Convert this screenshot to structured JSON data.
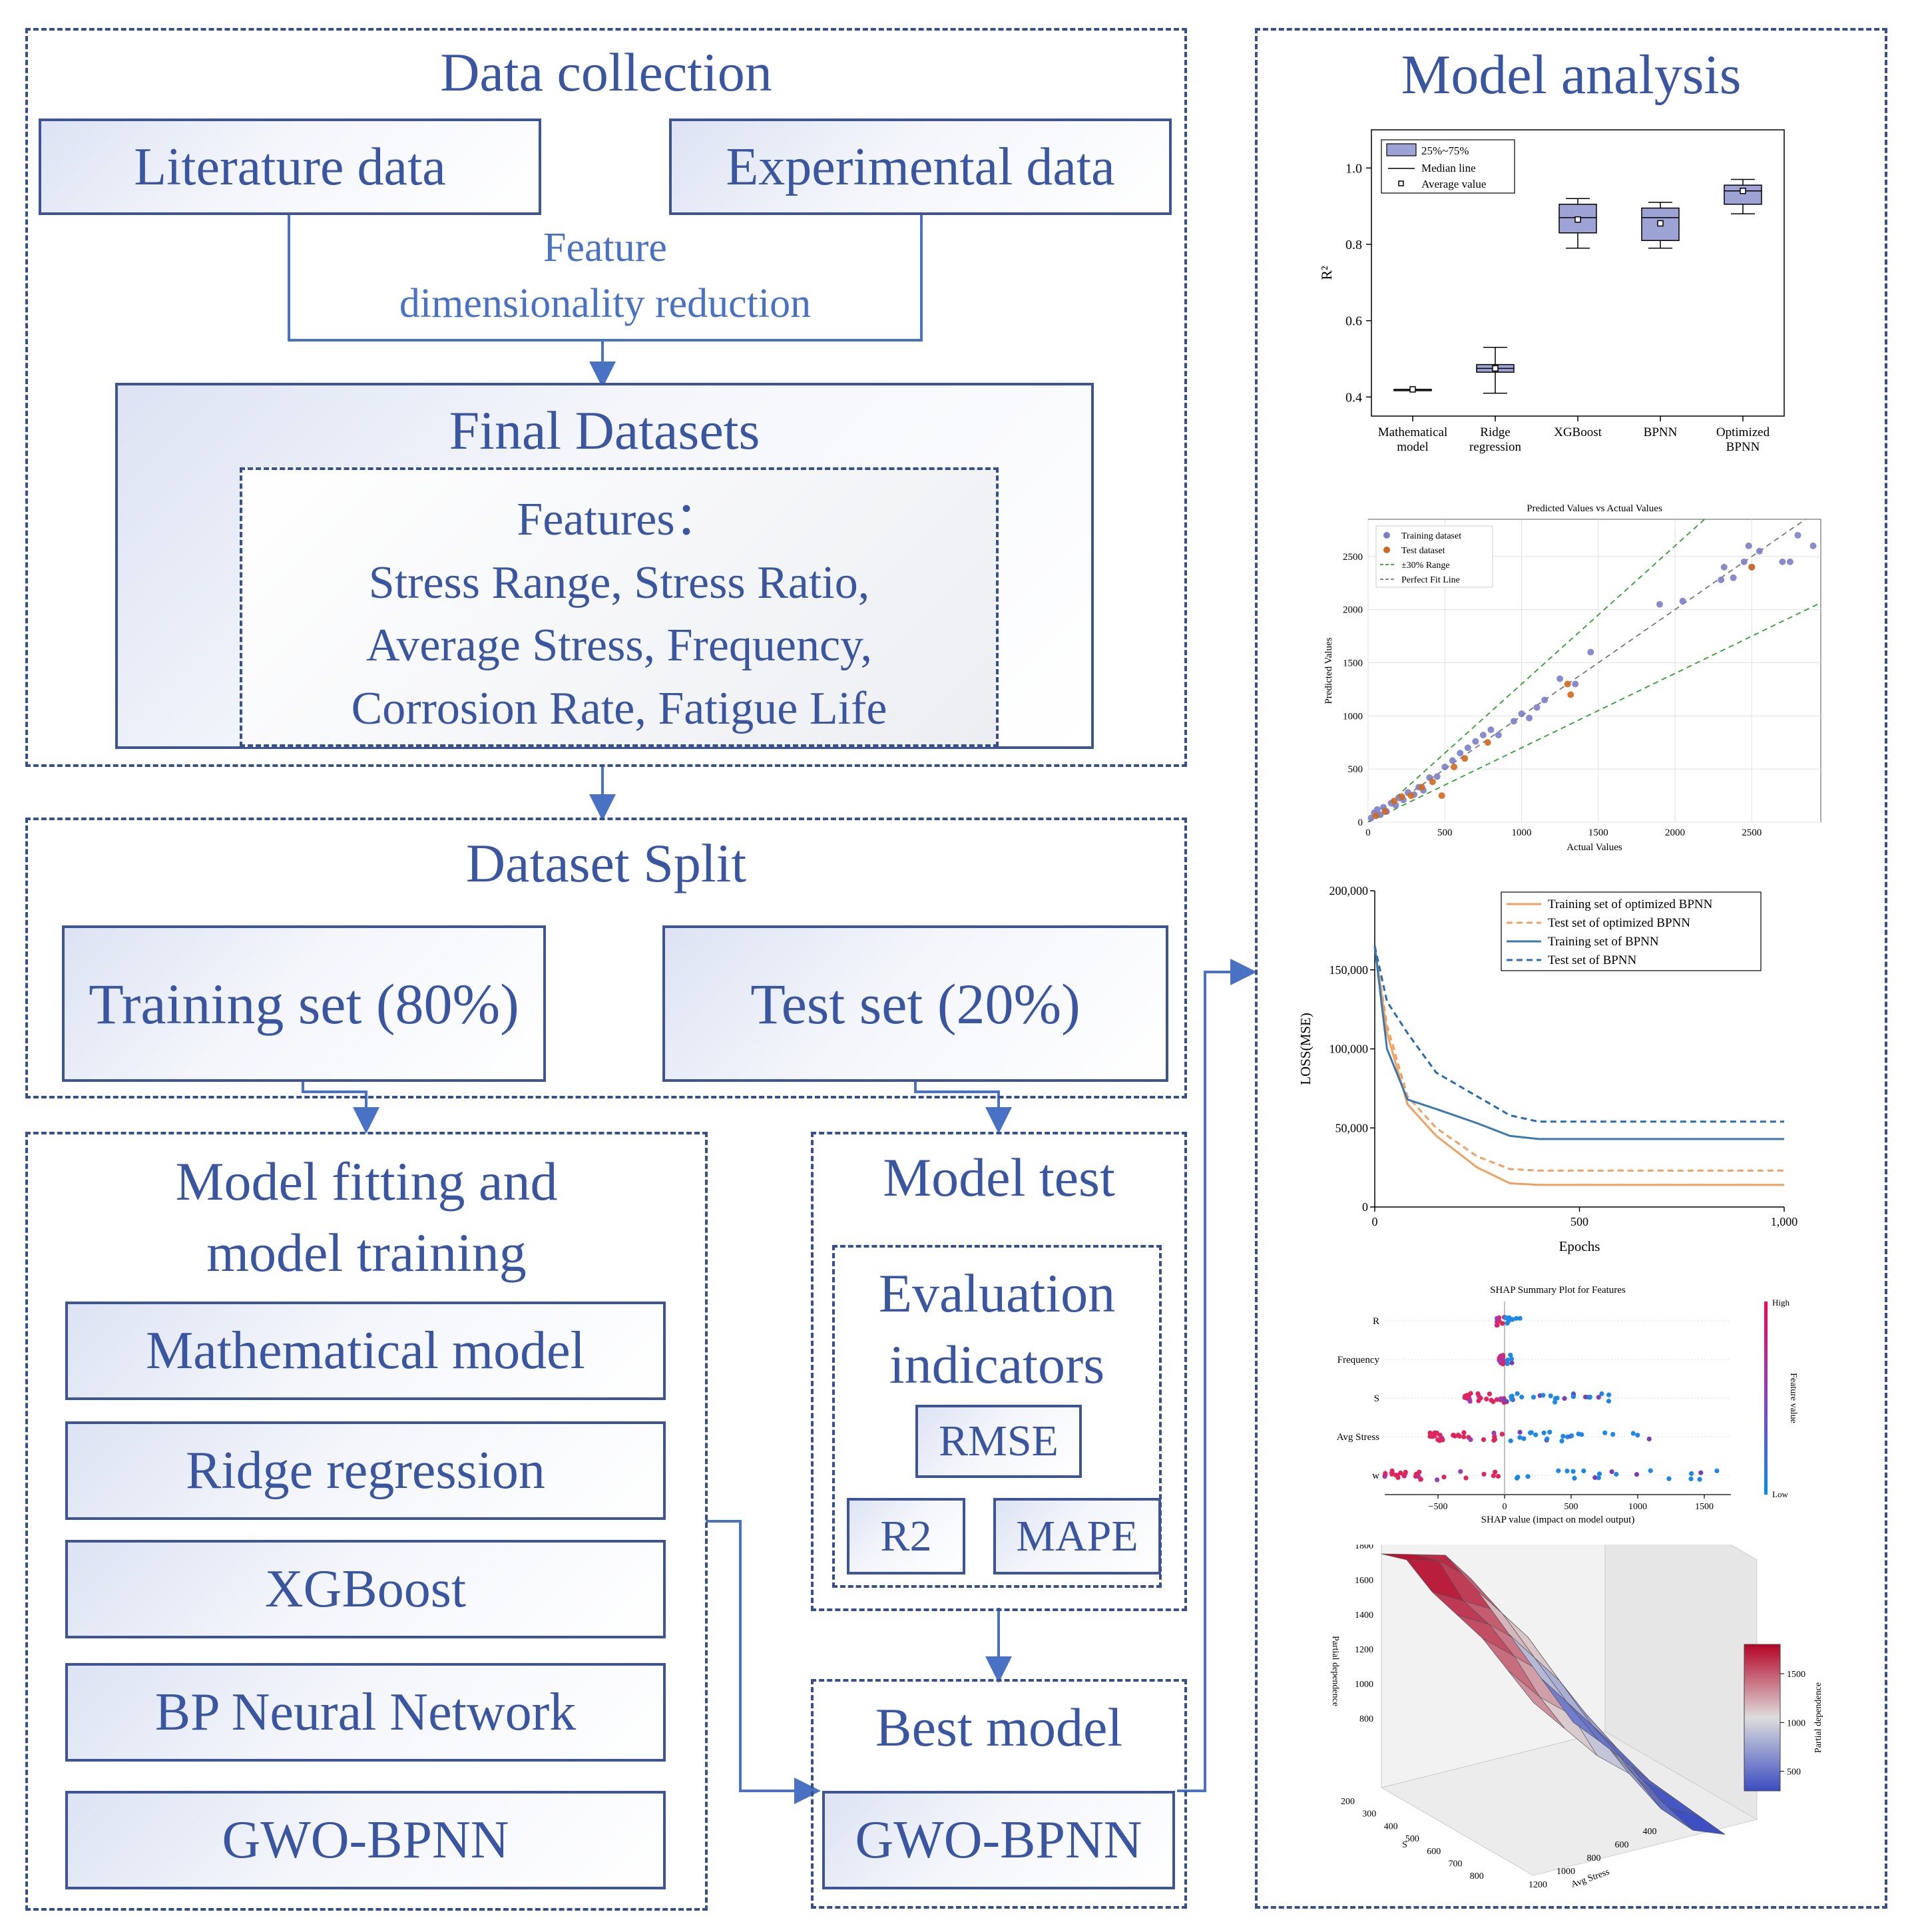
{
  "data_collection": {
    "title": "Data collection",
    "literature": "Literature data",
    "experimental": "Experimental data",
    "feature_reduction_line1": "Feature",
    "feature_reduction_line2": "dimensionality reduction",
    "final_datasets": "Final Datasets",
    "features_title": "Features：",
    "features_line1": "Stress Range, Stress Ratio,",
    "features_line2": "Average Stress, Frequency,",
    "features_line3": "Corrosion Rate, Fatigue Life"
  },
  "dataset_split": {
    "title": "Dataset Split",
    "training": "Training set (80%)",
    "test": "Test set (20%)"
  },
  "model_fitting": {
    "title_line1": "Model fitting and",
    "title_line2": "model training",
    "models": [
      "Mathematical model",
      "Ridge regression",
      "XGBoost",
      "BP Neural Network",
      "GWO-BPNN"
    ]
  },
  "model_test": {
    "title": "Model test",
    "eval_line1": "Evaluation",
    "eval_line2": "indicators",
    "rmse": "RMSE",
    "r2": "R2",
    "mape": "MAPE"
  },
  "best_model": {
    "title": "Best model",
    "model": "GWO-BPNN"
  },
  "model_analysis": {
    "title": "Model analysis"
  },
  "colors": {
    "border": "#3d5596",
    "text": "#3a56a0",
    "arrow": "#4a72c4"
  },
  "chart_data": [
    {
      "type": "box",
      "ylabel": "R²",
      "ylim": [
        0.35,
        1.1
      ],
      "yticks": [
        "0.4",
        "0.6",
        "0.8",
        "1.0"
      ],
      "legend": [
        "25%~75%",
        "Median line",
        "Average value"
      ],
      "legend_position": "top-left",
      "categories": [
        [
          "Mathematical",
          "model"
        ],
        [
          "Ridge",
          "regression"
        ],
        [
          "XGBoost"
        ],
        [
          "BPNN"
        ],
        [
          "Optimized",
          "BPNN"
        ]
      ],
      "boxes": [
        {
          "min": 0.42,
          "q1": 0.42,
          "median": 0.42,
          "q3": 0.42,
          "max": 0.42,
          "mean": 0.42
        },
        {
          "min": 0.41,
          "q1": 0.465,
          "median": 0.475,
          "q3": 0.485,
          "max": 0.53,
          "mean": 0.475
        },
        {
          "min": 0.79,
          "q1": 0.83,
          "median": 0.87,
          "q3": 0.905,
          "max": 0.92,
          "mean": 0.865
        },
        {
          "min": 0.79,
          "q1": 0.81,
          "median": 0.87,
          "q3": 0.895,
          "max": 0.91,
          "mean": 0.855
        },
        {
          "min": 0.88,
          "q1": 0.905,
          "median": 0.94,
          "q3": 0.955,
          "max": 0.97,
          "mean": 0.94
        }
      ]
    },
    {
      "type": "scatter",
      "title": "Predicted Values vs Actual Values",
      "xlabel": "Actual Values",
      "ylabel": "Predicted Values",
      "xlim": [
        0,
        2950
      ],
      "ylim": [
        0,
        2850
      ],
      "xticks": [
        "0",
        "500",
        "1000",
        "1500",
        "2000",
        "2500"
      ],
      "yticks": [
        "0",
        "500",
        "1000",
        "1500",
        "2000",
        "2500"
      ],
      "legend": [
        "Training dataset",
        "Test dataset",
        "±30% Range",
        "Perfect Fit Line"
      ],
      "grid": true,
      "series": [
        {
          "name": "Training dataset",
          "points": [
            [
              20,
              40
            ],
            [
              40,
              90
            ],
            [
              60,
              120
            ],
            [
              80,
              70
            ],
            [
              100,
              140
            ],
            [
              120,
              100
            ],
            [
              150,
              180
            ],
            [
              180,
              160
            ],
            [
              200,
              230
            ],
            [
              230,
              210
            ],
            [
              260,
              280
            ],
            [
              300,
              260
            ],
            [
              330,
              330
            ],
            [
              360,
              300
            ],
            [
              400,
              420
            ],
            [
              450,
              430
            ],
            [
              500,
              520
            ],
            [
              550,
              580
            ],
            [
              600,
              650
            ],
            [
              650,
              700
            ],
            [
              700,
              760
            ],
            [
              750,
              820
            ],
            [
              800,
              870
            ],
            [
              850,
              820
            ],
            [
              950,
              950
            ],
            [
              1000,
              1020
            ],
            [
              1050,
              980
            ],
            [
              1100,
              1080
            ],
            [
              1150,
              1150
            ],
            [
              1250,
              1350
            ],
            [
              1350,
              1300
            ],
            [
              1450,
              1600
            ],
            [
              1900,
              2050
            ],
            [
              2050,
              2080
            ],
            [
              2300,
              2280
            ],
            [
              2320,
              2400
            ],
            [
              2380,
              2300
            ],
            [
              2450,
              2450
            ],
            [
              2480,
              2600
            ],
            [
              2500,
              2400
            ],
            [
              2550,
              2550
            ],
            [
              2700,
              2450
            ],
            [
              2750,
              2450
            ],
            [
              2800,
              2700
            ],
            [
              2900,
              2600
            ]
          ]
        },
        {
          "name": "Test dataset",
          "points": [
            [
              50,
              60
            ],
            [
              110,
              100
            ],
            [
              170,
              200
            ],
            [
              220,
              240
            ],
            [
              280,
              250
            ],
            [
              350,
              330
            ],
            [
              420,
              380
            ],
            [
              480,
              250
            ],
            [
              560,
              520
            ],
            [
              630,
              600
            ],
            [
              780,
              750
            ],
            [
              1300,
              1300
            ],
            [
              1320,
              1200
            ],
            [
              2500,
              2400
            ]
          ]
        }
      ]
    },
    {
      "type": "line",
      "xlabel": "Epochs",
      "ylabel": "LOSS(MSE)",
      "xlim": [
        0,
        1000
      ],
      "ylim": [
        0,
        200000
      ],
      "xticks": [
        "0",
        "500",
        "1,000"
      ],
      "yticks": [
        "0",
        "50,000",
        "100,000",
        "150,000",
        "200,000"
      ],
      "legend_position": "top-right",
      "series": [
        {
          "name": "Training set of optimized BPNN",
          "style": "solid",
          "color": "#f0a060",
          "points": [
            [
              0,
              165000
            ],
            [
              30,
              110000
            ],
            [
              80,
              65000
            ],
            [
              150,
              45000
            ],
            [
              250,
              25000
            ],
            [
              330,
              15000
            ],
            [
              400,
              14000
            ],
            [
              1000,
              14000
            ]
          ]
        },
        {
          "name": "Test set of optimized BPNN",
          "style": "dashed",
          "color": "#f0a060",
          "points": [
            [
              0,
              165000
            ],
            [
              30,
              115000
            ],
            [
              80,
              70000
            ],
            [
              150,
              50000
            ],
            [
              250,
              32000
            ],
            [
              330,
              24000
            ],
            [
              400,
              23000
            ],
            [
              1000,
              23000
            ]
          ]
        },
        {
          "name": "Training set of BPNN",
          "style": "solid",
          "color": "#3a78b0",
          "points": [
            [
              0,
              165000
            ],
            [
              30,
              100000
            ],
            [
              80,
              68000
            ],
            [
              150,
              62000
            ],
            [
              250,
              53000
            ],
            [
              330,
              45000
            ],
            [
              400,
              43000
            ],
            [
              1000,
              43000
            ]
          ]
        },
        {
          "name": "Test set of BPNN",
          "style": "dashed",
          "color": "#2a6ab0",
          "points": [
            [
              0,
              165000
            ],
            [
              30,
              130000
            ],
            [
              80,
              110000
            ],
            [
              150,
              85000
            ],
            [
              250,
              70000
            ],
            [
              330,
              58000
            ],
            [
              400,
              54000
            ],
            [
              1000,
              54000
            ]
          ]
        }
      ]
    },
    {
      "type": "scatter",
      "title": "SHAP Summary Plot for Features",
      "xlabel": "SHAP value (impact on model output)",
      "xticks": [
        "−500",
        "0",
        "500",
        "1000",
        "1500"
      ],
      "xlim": [
        -900,
        1700
      ],
      "features": [
        "R",
        "Frequency",
        "S",
        "Avg Stress",
        "w"
      ],
      "colorbar": {
        "label": "Feature value",
        "high": "High",
        "low": "Low"
      }
    },
    {
      "type": "surface",
      "title": "3D Partial Dependence Plot (Avg Stress and S)",
      "xlabel": "S",
      "ylabel": "Avg Stress",
      "zlabel": "Partial dependence",
      "zticks": [
        "800",
        "1000",
        "1200",
        "1400",
        "1600",
        "1800"
      ],
      "xticks": [
        "200",
        "300",
        "400",
        "500",
        "600",
        "700",
        "800"
      ],
      "yticks": [
        "1200",
        "1000",
        "800",
        "600",
        "400"
      ],
      "colorbar": {
        "label": "Partial dependence",
        "ticks": [
          "500",
          "1000",
          "1500"
        ]
      }
    }
  ]
}
